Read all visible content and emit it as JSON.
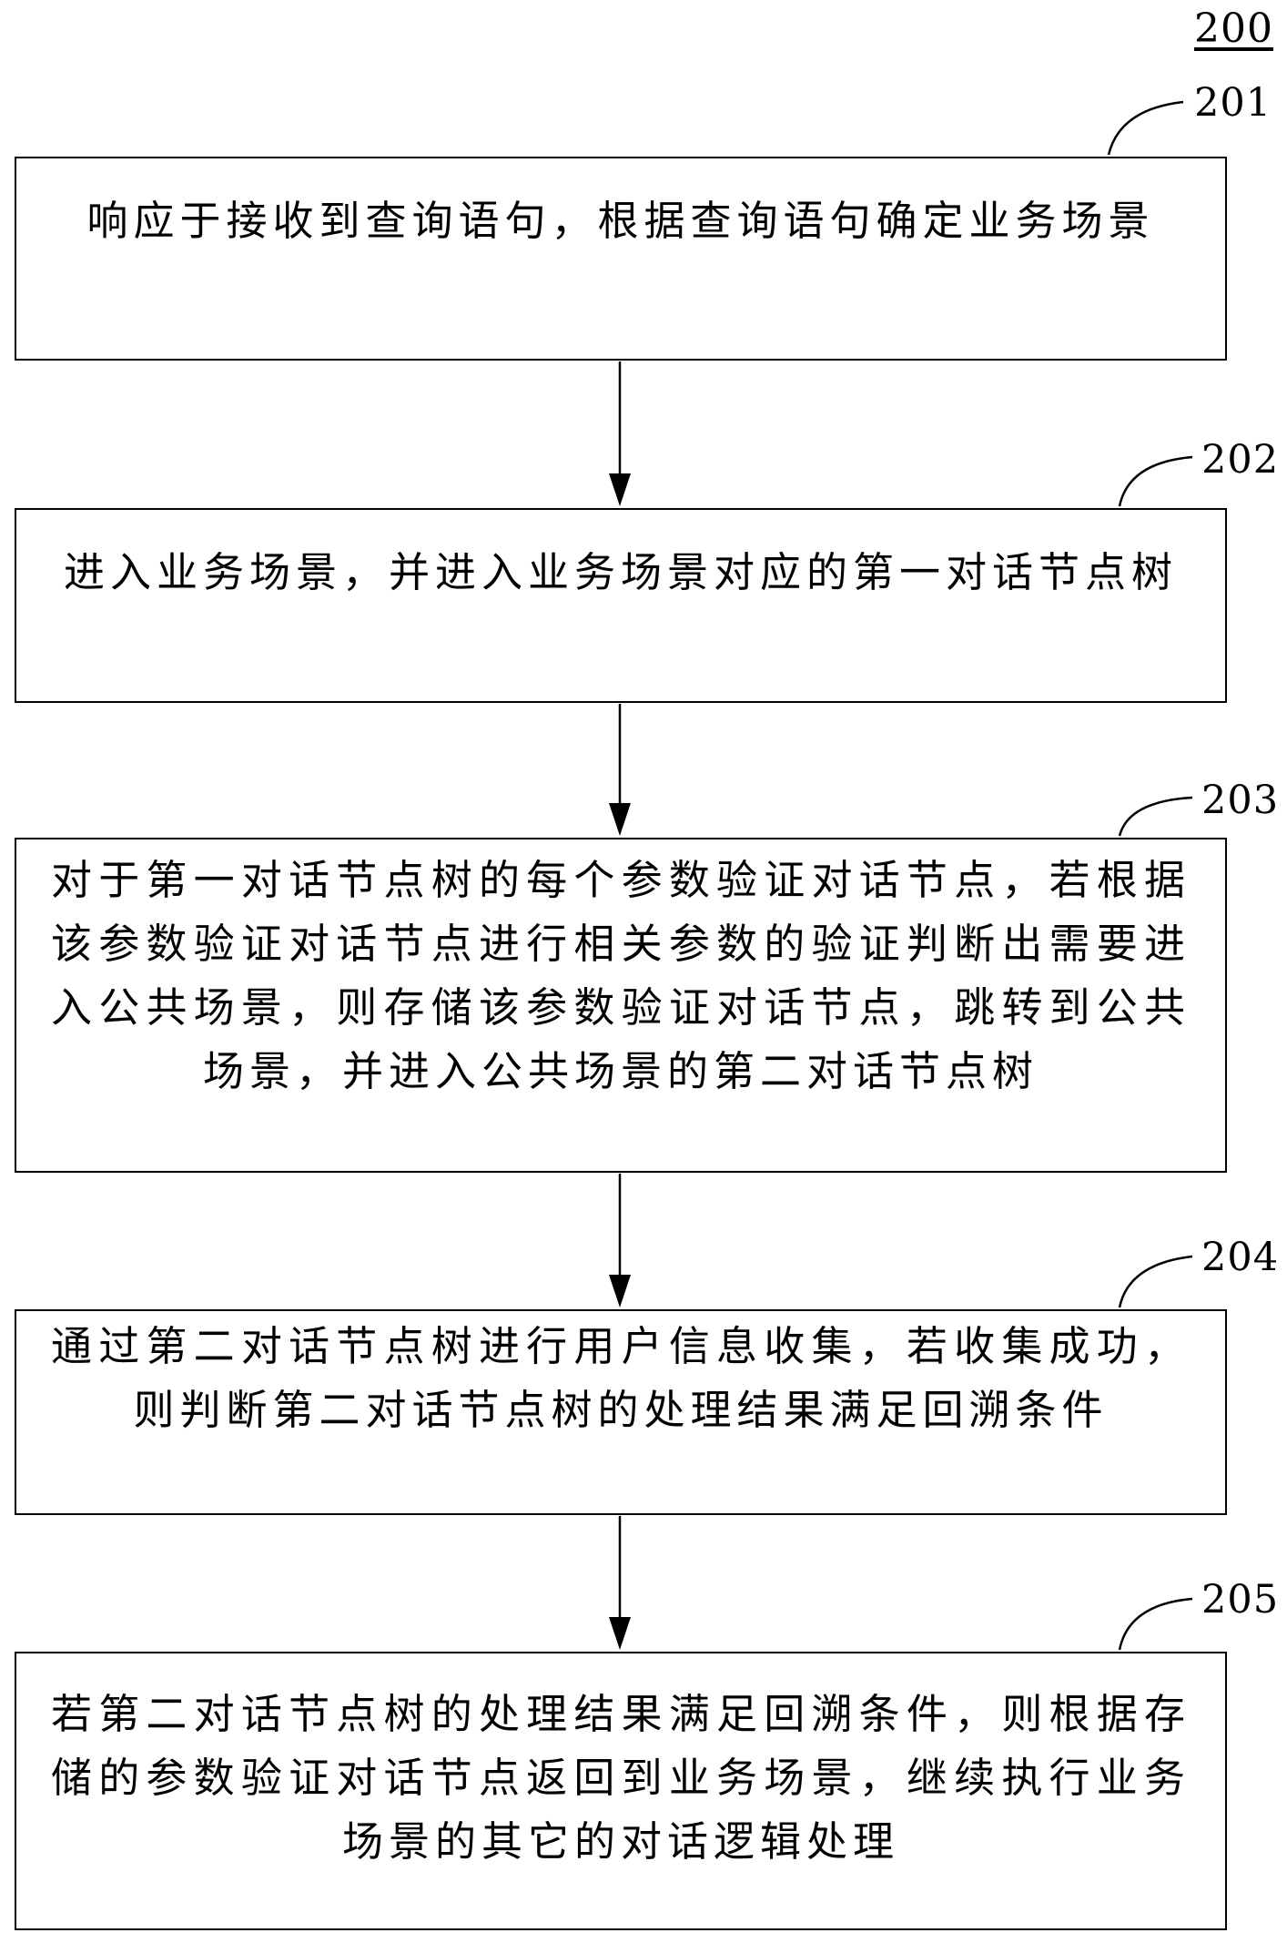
{
  "figure": {
    "number": "200"
  },
  "steps": [
    {
      "id": "201",
      "text": "响应于接收到查询语句，根据查询语句确定业务场景"
    },
    {
      "id": "202",
      "text": "进入业务场景，并进入业务场景对应的第一对话节点树"
    },
    {
      "id": "203",
      "text": "对于第一对话节点树的每个参数验证对话节点，若根据该参数验证对话节点进行相关参数的验证判断出需要进入公共场景，则存储该参数验证对话节点，跳转到公共场景，并进入公共场景的第二对话节点树"
    },
    {
      "id": "204",
      "text": "通过第二对话节点树进行用户信息收集，若收集成功，则判断第二对话节点树的处理结果满足回溯条件"
    },
    {
      "id": "205",
      "text": "若第二对话节点树的处理结果满足回溯条件，则根据存储的参数验证对话节点返回到业务场景，继续执行业务场景的其它的对话逻辑处理"
    }
  ]
}
